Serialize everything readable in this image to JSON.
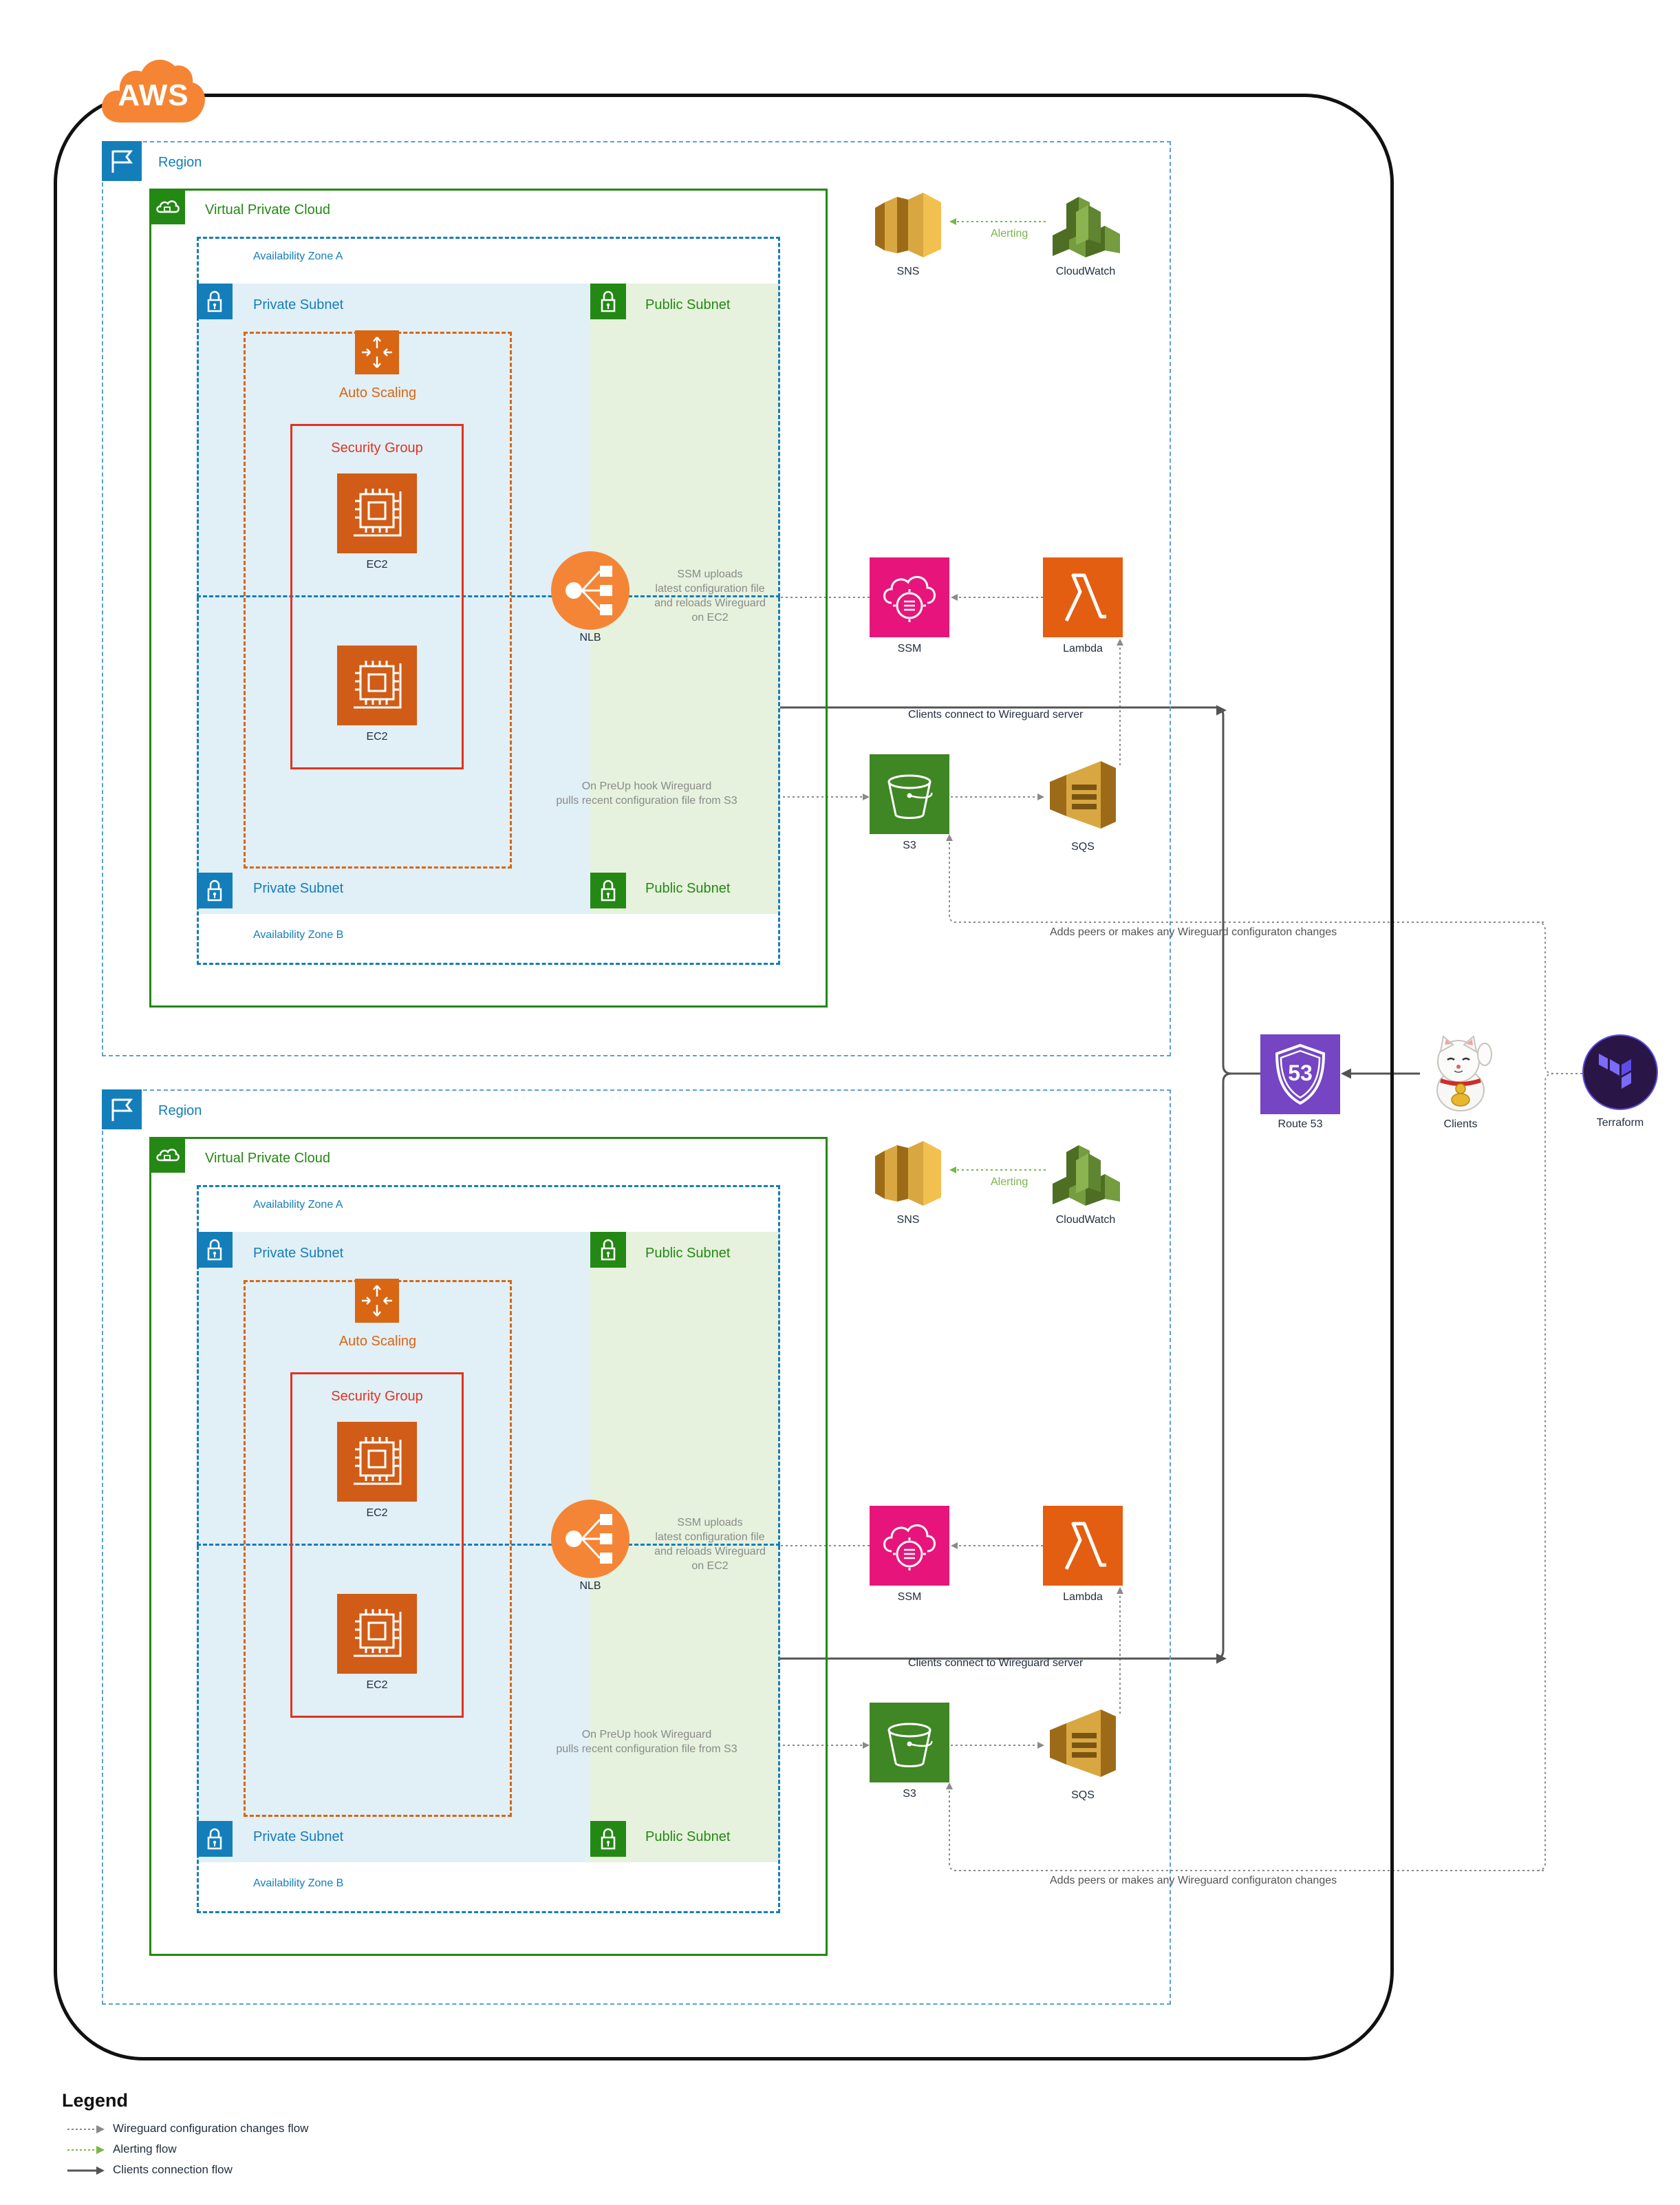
{
  "aws_logo": "AWS",
  "regions": [
    {
      "region_label": "Region",
      "vpc_label": "Virtual Private Cloud",
      "az_a_label": "Availability Zone A",
      "az_b_label": "Availability Zone B",
      "private_subnet_label": "Private Subnet",
      "public_subnet_label": "Public Subnet",
      "autoscaling_label": "Auto Scaling",
      "security_group_label": "Security Group",
      "ec2_label": "EC2",
      "nlb_label": "NLB",
      "sns_label": "SNS",
      "cloudwatch_label": "CloudWatch",
      "alerting_label": "Alerting",
      "ssm_label": "SSM",
      "lambda_label": "Lambda",
      "s3_label": "S3",
      "sqs_label": "SQS",
      "ssm_note_1": "SSM uploads",
      "ssm_note_2": "latest configuration file",
      "ssm_note_3": "and reloads Wireguard",
      "ssm_note_4": "on EC2",
      "preup_note_1": "On PreUp hook Wireguard",
      "preup_note_2": "pulls recent configuration file from S3",
      "clients_connect_note": "Clients connect to Wireguard server",
      "adds_peers_note": "Adds peers or makes any Wireguard configuraton changes"
    },
    {
      "region_label": "Region",
      "vpc_label": "Virtual Private Cloud",
      "az_a_label": "Availability Zone A",
      "az_b_label": "Availability Zone B",
      "private_subnet_label": "Private Subnet",
      "public_subnet_label": "Public Subnet",
      "autoscaling_label": "Auto Scaling",
      "security_group_label": "Security Group",
      "ec2_label": "EC2",
      "nlb_label": "NLB",
      "sns_label": "SNS",
      "cloudwatch_label": "CloudWatch",
      "alerting_label": "Alerting",
      "ssm_label": "SSM",
      "lambda_label": "Lambda",
      "s3_label": "S3",
      "sqs_label": "SQS",
      "ssm_note_1": "SSM uploads",
      "ssm_note_2": "latest configuration file",
      "ssm_note_3": "and reloads Wireguard",
      "ssm_note_4": "on EC2",
      "preup_note_1": "On PreUp hook Wireguard",
      "preup_note_2": "pulls recent configuration file from S3",
      "clients_connect_note": "Clients connect to Wireguard server",
      "adds_peers_note": "Adds peers or makes any Wireguard configuraton changes"
    }
  ],
  "route53_label": "Route 53",
  "route53_badge": "53",
  "clients_label": "Clients",
  "terraform_label": "Terraform",
  "legend": {
    "title": "Legend",
    "items": [
      {
        "label": "Wireguard configuration changes flow",
        "style": "dotted",
        "color": "#8a8a8a"
      },
      {
        "label": "Alerting flow",
        "style": "dotted",
        "color": "#7ab648"
      },
      {
        "label": "Clients connection flow",
        "style": "solid",
        "color": "#545454"
      }
    ]
  },
  "colors": {
    "region_border": "#5a9fd4",
    "region_blue": "#147eba",
    "vpc_green": "#248814",
    "private_subnet_fill": "#e1eff6",
    "public_subnet_fill": "#e6f2dd",
    "autoscaling_orange": "#d86613",
    "security_group_red": "#dd3522",
    "ec2_orange": "#d05c17",
    "ssm_pink": "#e7157b",
    "lambda_orange": "#e35e10",
    "s3_green": "#3f8624",
    "sqs_gold": "#d9a741",
    "sns_gold": "#d9a741",
    "cloudwatch_green": "#759c3e",
    "route53_purple": "#7545c4",
    "terraform_purple": "#5c4ee5"
  }
}
